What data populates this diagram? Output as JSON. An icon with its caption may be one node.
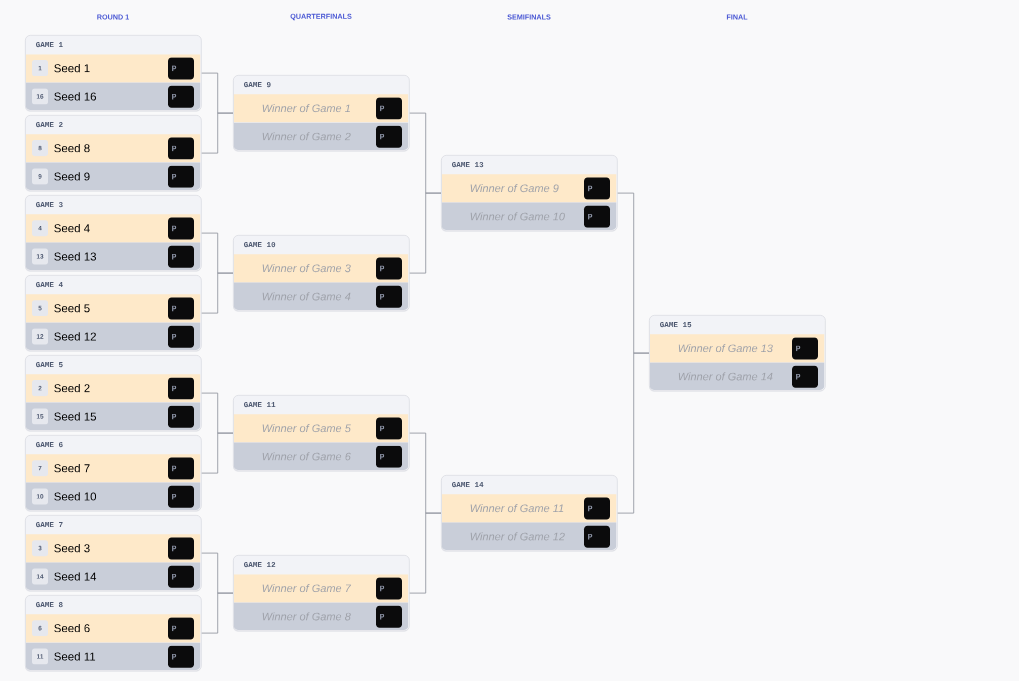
{
  "diagram": {
    "nodes": [
      {
        "text": [
          "GAME 1"
        ]
      },
      {
        "text": [
          "1",
          "Seed 1",
          "P"
        ],
        "in": 0
      },
      {
        "text": [
          "16",
          "Seed 16",
          "P"
        ],
        "in": 0
      },
      {
        "text": [
          "GAME 2"
        ]
      },
      {
        "text": [
          "8",
          "Seed 8",
          "P"
        ],
        "in": 3
      },
      {
        "text": [
          "9",
          "Seed 9",
          "P"
        ],
        "in": 3
      },
      {
        "text": [
          "GAME 3"
        ]
      },
      {
        "text": [
          "4",
          "Seed 4",
          "P"
        ],
        "in": 6
      },
      {
        "text": [
          "13",
          "Seed 13",
          "P"
        ],
        "in": 6
      },
      {
        "text": [
          "GAME 4"
        ]
      },
      {
        "text": [
          "5",
          "Seed 5",
          "P"
        ],
        "in": 9
      },
      {
        "text": [
          "12",
          "Seed 12",
          "P"
        ],
        "in": 9
      },
      {
        "text": [
          "GAME 5"
        ]
      },
      {
        "text": [
          "2",
          "Seed 2",
          "P"
        ],
        "in": 12
      },
      {
        "text": [
          "15",
          "Seed 15",
          "P"
        ],
        "in": 12
      },
      {
        "text": [
          "GAME 6"
        ]
      },
      {
        "text": [
          "7",
          "Seed 7",
          "P"
        ],
        "in": 15
      },
      {
        "text": [
          "10",
          "Seed 10",
          "P"
        ],
        "in": 15
      },
      {
        "text": [
          "GAME 7"
        ]
      },
      {
        "text": [
          "3",
          "Seed 3",
          "P"
        ],
        "in": 18
      },
      {
        "text": [
          "14",
          "Seed 14",
          "P"
        ],
        "in": 18
      },
      {
        "text": [
          "GAME 8"
        ]
      },
      {
        "text": [
          "6",
          "Seed 6",
          "P"
        ],
        "in": 21
      },
      {
        "text": [
          "11",
          "Seed 11",
          "P"
        ],
        "in": 21
      },
      {
        "text": [
          "GAME 9"
        ]
      },
      {
        "text": [
          "Winner of Game 1",
          "P"
        ],
        "in": 24
      },
      {
        "text": [
          "Winner of Game 2",
          "P"
        ],
        "in": 24
      },
      {
        "text": [
          "GAME 10"
        ]
      },
      {
        "text": [
          "Winner of Game 3",
          "P"
        ],
        "in": 27
      },
      {
        "text": [
          "Winner of Game 4",
          "P"
        ],
        "in": 27
      },
      {
        "text": [
          "GAME 11"
        ]
      },
      {
        "text": [
          "Winner of Game 5",
          "P"
        ],
        "in": 30
      },
      {
        "text": [
          "Winner of Game 6",
          "P"
        ],
        "in": 30
      },
      {
        "text": [
          "GAME 12"
        ]
      },
      {
        "text": [
          "Winner of Game 7",
          "P"
        ],
        "in": 33
      },
      {
        "text": [
          "Winner of Game 8",
          "P"
        ],
        "in": 33
      },
      {
        "text": [
          "GAME 13"
        ]
      },
      {
        "text": [
          "Winner of Game 9",
          "P"
        ],
        "in": 36
      },
      {
        "text": [
          "Winner of Game 10",
          "P"
        ],
        "in": 36
      },
      {
        "text": [
          "GAME 14"
        ]
      },
      {
        "text": [
          "Winner of Game 11",
          "P"
        ],
        "in": 39
      },
      {
        "text": [
          "Winner of Game 12",
          "P"
        ],
        "in": 39
      },
      {
        "text": [
          "GAME 15"
        ]
      },
      {
        "text": [
          "Winner of Game 13",
          "P"
        ],
        "in": 42
      },
      {
        "text": [
          "Winner of Game 14",
          "P"
        ],
        "in": 42
      }
    ],
    "edges": [
      {
        "from": 0,
        "to": 24,
        "arrow": "none"
      },
      {
        "from": 3,
        "to": 24,
        "arrow": "none"
      },
      {
        "from": 6,
        "to": 27,
        "arrow": "none"
      },
      {
        "from": 9,
        "to": 27,
        "arrow": "none"
      },
      {
        "from": 12,
        "to": 30,
        "arrow": "none"
      },
      {
        "from": 15,
        "to": 30,
        "arrow": "none"
      },
      {
        "from": 18,
        "to": 33,
        "arrow": "none"
      },
      {
        "from": 21,
        "to": 33,
        "arrow": "none"
      },
      {
        "from": 24,
        "to": 36,
        "arrow": "none"
      },
      {
        "from": 27,
        "to": 36,
        "arrow": "none"
      },
      {
        "from": 30,
        "to": 39,
        "arrow": "none"
      },
      {
        "from": 33,
        "to": 39,
        "arrow": "none"
      },
      {
        "from": 36,
        "to": 42,
        "arrow": "none"
      },
      {
        "from": 39,
        "to": 42,
        "arrow": "none"
      }
    ],
    "labels": [
      "ROUND 1",
      "QUARTERFINALS",
      "SEMIFINALS",
      "FINAL"
    ]
  }
}
